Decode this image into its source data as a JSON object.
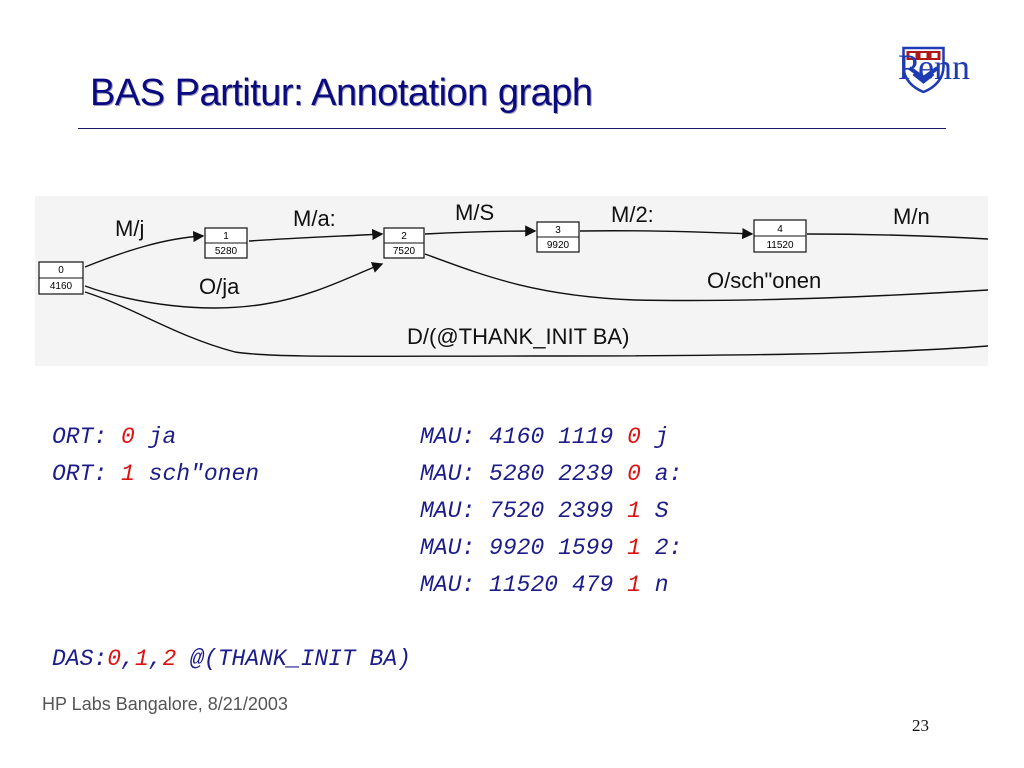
{
  "slide": {
    "title": "BAS Partitur: Annotation graph",
    "logo_text": "Penn",
    "footer": "HP Labs Bangalore, 8/21/2003",
    "page_number": "23"
  },
  "graph": {
    "nodes": [
      {
        "id": "0",
        "time": "4160"
      },
      {
        "id": "1",
        "time": "5280"
      },
      {
        "id": "2",
        "time": "7520"
      },
      {
        "id": "3",
        "time": "9920"
      },
      {
        "id": "4",
        "time": "11520"
      }
    ],
    "arc_labels": {
      "m_j": "M/j",
      "m_a": "M/a:",
      "m_s": "M/S",
      "m_2": "M/2:",
      "m_n": "M/n",
      "o_ja": "O/ja",
      "o_schonen": "O/sch\"onen",
      "d_thank": "D/(@THANK_INIT BA)"
    }
  },
  "ort": [
    {
      "tag": "ORT:",
      "index": "0",
      "word": "ja"
    },
    {
      "tag": "ORT:",
      "index": "1",
      "word": "sch\"onen"
    }
  ],
  "mau": [
    {
      "tag": "MAU:",
      "start": "4160",
      "dur": "1119",
      "index": "0",
      "phone": "j"
    },
    {
      "tag": "MAU:",
      "start": "5280",
      "dur": "2239",
      "index": "0",
      "phone": "a:"
    },
    {
      "tag": "MAU:",
      "start": "7520",
      "dur": "2399",
      "index": "1",
      "phone": "S"
    },
    {
      "tag": "MAU:",
      "start": "9920",
      "dur": "1599",
      "index": "1",
      "phone": "2:"
    },
    {
      "tag": "MAU:",
      "start": "11520",
      "dur": "479",
      "index": "1",
      "phone": "n"
    }
  ],
  "das": {
    "tag": "DAS:",
    "indices": [
      "0",
      "1",
      "2"
    ],
    "sep": ",",
    "value": "@(THANK_INIT BA)"
  },
  "colors": {
    "title": "#0a0a80",
    "code": "#1c1c8a",
    "index_red": "#e01010",
    "logo": "#1f3bb3"
  }
}
